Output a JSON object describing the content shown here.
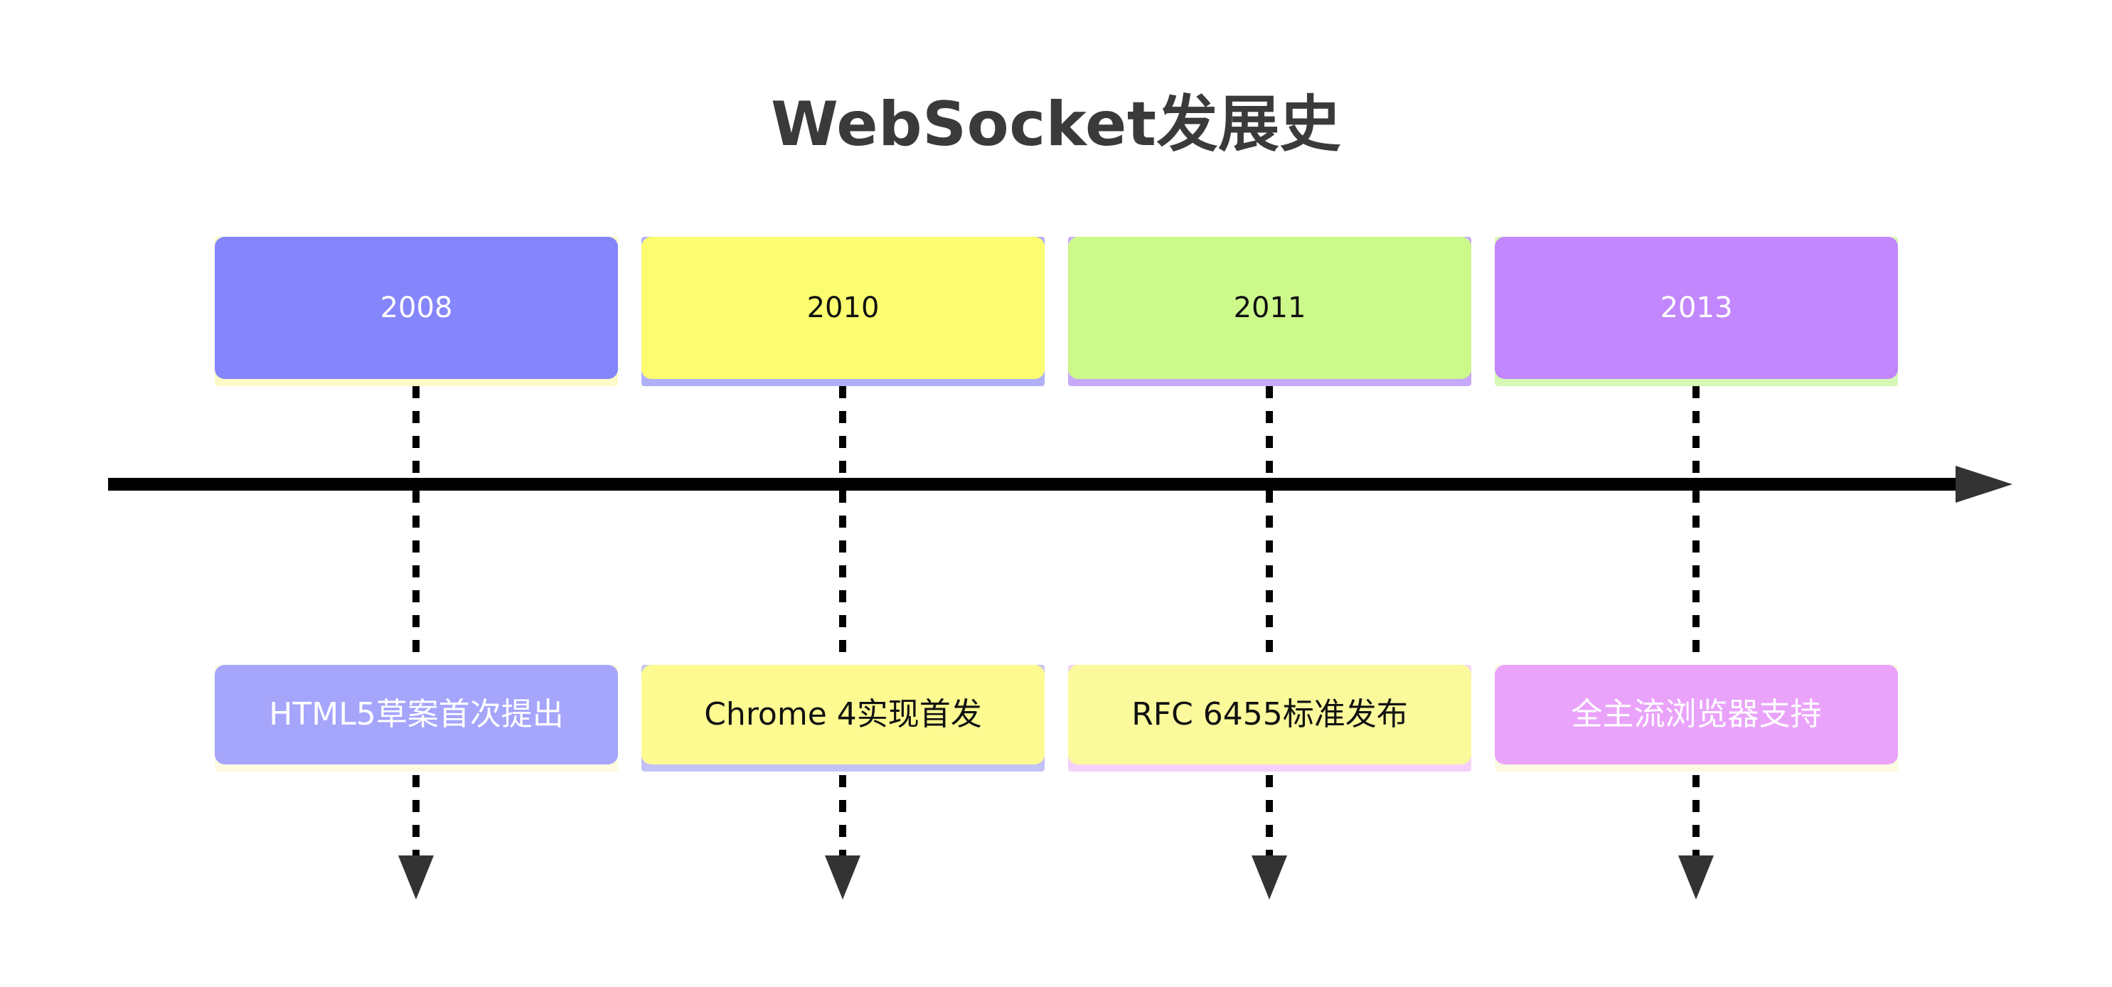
{
  "page": {
    "title": "WebSocket发展史",
    "background": "#ffffff",
    "title_color": "#3a3a3a"
  },
  "timeline": {
    "axis_color": "#000000",
    "arrow_color": "#333333",
    "connector_color": "#000000",
    "connector_arrow_color": "#333333"
  },
  "milestones": [
    {
      "year": "2008",
      "description": "HTML5草案首次提出",
      "year_bg": "#8585fc",
      "year_text_color": "#ffffff",
      "year_underlay": "#fcfac8",
      "desc_bg": "#a5a5fc",
      "desc_text_color": "#ffffff",
      "desc_underlay": "#fdfbe0"
    },
    {
      "year": "2010",
      "description": "Chrome 4实现首发",
      "year_bg": "#fcfc70",
      "year_text_color": "#111111",
      "year_underlay": "#b0b0f8",
      "desc_bg": "#fdfa92",
      "desc_text_color": "#111111",
      "desc_underlay": "#c2c2f5"
    },
    {
      "year": "2011",
      "description": "RFC 6455标准发布",
      "year_bg": "#ccf98a",
      "year_text_color": "#111111",
      "year_underlay": "#c7a8fb",
      "desc_bg": "#fafa9c",
      "desc_text_color": "#111111",
      "desc_underlay": "#f5d0fa"
    },
    {
      "year": "2013",
      "description": "全主流浏览器支持",
      "year_bg": "#c287fc",
      "year_text_color": "#ffffff",
      "year_underlay": "#d6f8b4",
      "desc_bg": "#eaa3fb",
      "desc_text_color": "#ffffff",
      "desc_underlay": "#fcfae0"
    }
  ]
}
